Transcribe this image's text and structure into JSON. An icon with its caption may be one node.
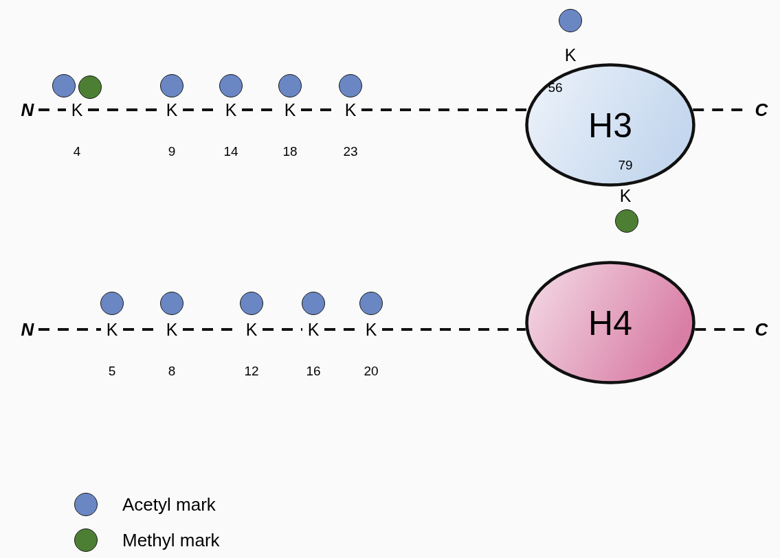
{
  "diagram": {
    "nodes": [
      {
        "text": [],
        "shape": "circle"
      },
      {
        "text": [],
        "shape": "circle"
      },
      {
        "text": [],
        "shape": "circle"
      },
      {
        "text": [],
        "shape": "circle"
      },
      {
        "text": [],
        "shape": "circle"
      },
      {
        "text": [],
        "shape": "circle"
      },
      {
        "text": [],
        "shape": "circle"
      },
      {
        "text": [
          "K"
        ],
        "beside": [
          "56"
        ]
      },
      {
        "text": [
          "N"
        ]
      },
      {
        "text": [
          "K"
        ],
        "beside": [
          "4"
        ]
      },
      {
        "text": [
          "K"
        ],
        "beside": [
          "9"
        ]
      },
      {
        "text": [
          "K"
        ],
        "beside": [
          "14"
        ]
      },
      {
        "text": [
          "K"
        ],
        "beside": [
          "18"
        ]
      },
      {
        "text": [
          "K"
        ],
        "beside": [
          "23"
        ]
      },
      {
        "text": [
          "H3"
        ]
      },
      {
        "text": [
          "C"
        ]
      },
      {
        "text": [
          "K"
        ],
        "beside": [
          "79"
        ]
      },
      {
        "text": [],
        "shape": "circle"
      },
      {
        "text": [],
        "shape": "circle"
      },
      {
        "text": [],
        "shape": "circle"
      },
      {
        "text": [],
        "shape": "circle"
      },
      {
        "text": [],
        "shape": "circle"
      },
      {
        "text": [],
        "shape": "circle"
      },
      {
        "text": [
          "N"
        ]
      },
      {
        "text": [
          "K"
        ],
        "beside": [
          "5"
        ]
      },
      {
        "text": [
          "K"
        ],
        "beside": [
          "8"
        ]
      },
      {
        "text": [
          "K"
        ],
        "beside": [
          "12"
        ]
      },
      {
        "text": [
          "K"
        ],
        "beside": [
          "16"
        ]
      },
      {
        "text": [
          "K"
        ],
        "beside": [
          "20"
        ]
      },
      {
        "text": [
          "H4"
        ]
      },
      {
        "text": [
          "C"
        ]
      }
    ],
    "edges": [
      {
        "from": 8,
        "to": 9,
        "arrow": "none",
        "style": "dashed"
      },
      {
        "from": 9,
        "to": 10,
        "arrow": "none",
        "style": "dashed"
      },
      {
        "from": 10,
        "to": 11,
        "arrow": "none",
        "style": "dashed"
      },
      {
        "from": 11,
        "to": 12,
        "arrow": "none",
        "style": "dashed"
      },
      {
        "from": 12,
        "to": 13,
        "arrow": "none",
        "style": "dashed"
      },
      {
        "from": 13,
        "to": 14,
        "arrow": "none",
        "style": "dashed"
      },
      {
        "from": 14,
        "to": 15,
        "arrow": "none",
        "style": "dashed"
      },
      {
        "from": 23,
        "to": 24,
        "arrow": "none",
        "style": "dashed"
      },
      {
        "from": 24,
        "to": 25,
        "arrow": "none",
        "style": "dashed"
      },
      {
        "from": 25,
        "to": 26,
        "arrow": "none",
        "style": "dashed"
      },
      {
        "from": 26,
        "to": 27,
        "arrow": "none",
        "style": "dashed"
      },
      {
        "from": 27,
        "to": 28,
        "arrow": "none",
        "style": "dashed"
      },
      {
        "from": 28,
        "to": 29,
        "arrow": "none",
        "style": "dashed"
      },
      {
        "from": 29,
        "to": 30,
        "arrow": "none",
        "style": "dashed"
      }
    ],
    "legend": [
      {
        "text": "Acetyl mark",
        "color": "#6a87c4"
      },
      {
        "text": "Methyl mark",
        "color": "#4c7f34"
      }
    ]
  }
}
